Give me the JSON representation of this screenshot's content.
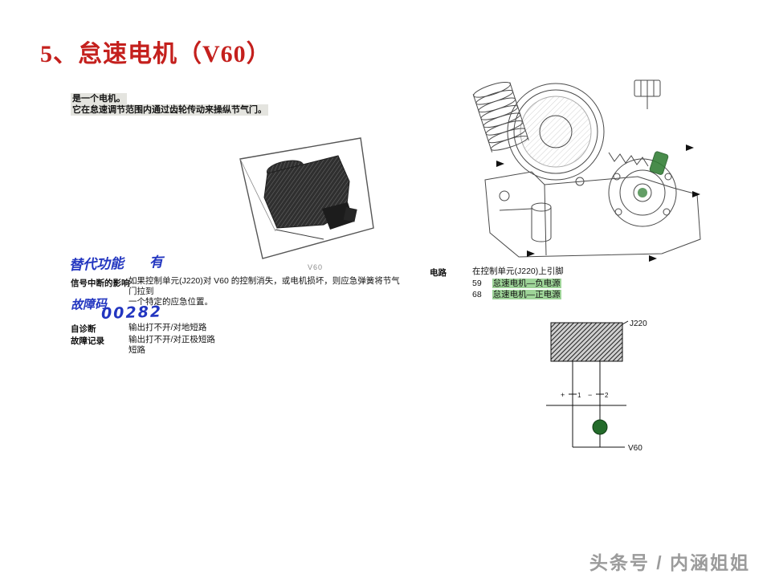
{
  "slide": {
    "title": "5、怠速电机（V60）",
    "watermark": "头条号 / 内涵姐姐"
  },
  "intro": {
    "line1": "是一个电机。",
    "line2": "它在怠速调节范围内通过齿轮传动来操纵节气门。"
  },
  "motor_caption": "V60",
  "specs": {
    "handwritten_function_label": "替代功能",
    "handwritten_function_value": "有",
    "signal_loss_label": "信号中断的影响",
    "signal_loss_line1": "如果控制单元(J220)对 V60 的控制消失，或电机损坏，则应急弹簧将节气门拉到",
    "signal_loss_line2": "一个特定的应急位置。",
    "handwritten_code_label": "故障码",
    "handwritten_code_value": "00282",
    "self_diag_label": "自诊断",
    "self_diag_value": "输出打不开/对地短路",
    "fault_record_label": "故障记录",
    "fault_record_line1": "输出打不开/对正极短路",
    "fault_record_line2": "短路"
  },
  "circuit": {
    "section_label": "电路",
    "heading": "在控制单元(J220)上引脚",
    "pins": [
      {
        "pin": "59",
        "desc": "怠速电机—负电源"
      },
      {
        "pin": "68",
        "desc": "怠速电机—正电源"
      }
    ],
    "diagram": {
      "control_unit_label": "J220",
      "plus": "+",
      "terminal1": "1",
      "minus": "−",
      "terminal2": "2",
      "component_label": "V60"
    }
  },
  "colors": {
    "title_red": "#c4201d",
    "highlight_green": "#62ba58",
    "handwriting_blue": "#2336c0",
    "motor_green": "#236b2a"
  }
}
